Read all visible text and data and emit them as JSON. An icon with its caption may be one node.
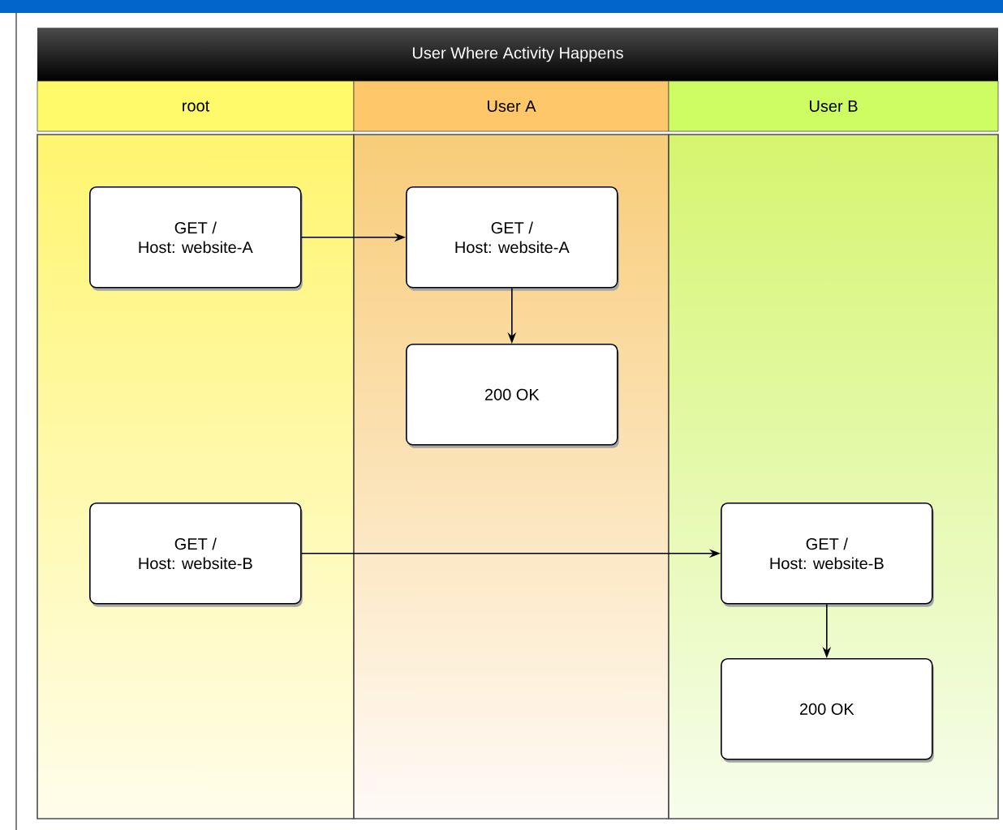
{
  "diagram": {
    "title": "User Where Activity Happens",
    "nodes": [
      {
        "text": [
          "root"
        ]
      },
      {
        "text": [
          "User A"
        ]
      },
      {
        "text": [
          "User B"
        ]
      },
      {
        "text": [
          "GET /",
          "Host: website-A"
        ],
        "in": 0
      },
      {
        "text": [
          "GET /",
          "Host: website-A"
        ],
        "in": 1
      },
      {
        "text": [
          "200 OK"
        ],
        "in": 1
      },
      {
        "text": [
          "GET /",
          "Host: website-B"
        ],
        "in": 0
      },
      {
        "text": [
          "GET /",
          "Host: website-B"
        ],
        "in": 2
      },
      {
        "text": [
          "200 OK"
        ],
        "in": 2
      }
    ],
    "edges": [
      {
        "from": 3,
        "to": 4,
        "arrow": "to"
      },
      {
        "from": 4,
        "to": 5,
        "arrow": "to"
      },
      {
        "from": 6,
        "to": 7,
        "arrow": "to"
      },
      {
        "from": 7,
        "to": 8,
        "arrow": "to"
      }
    ]
  }
}
